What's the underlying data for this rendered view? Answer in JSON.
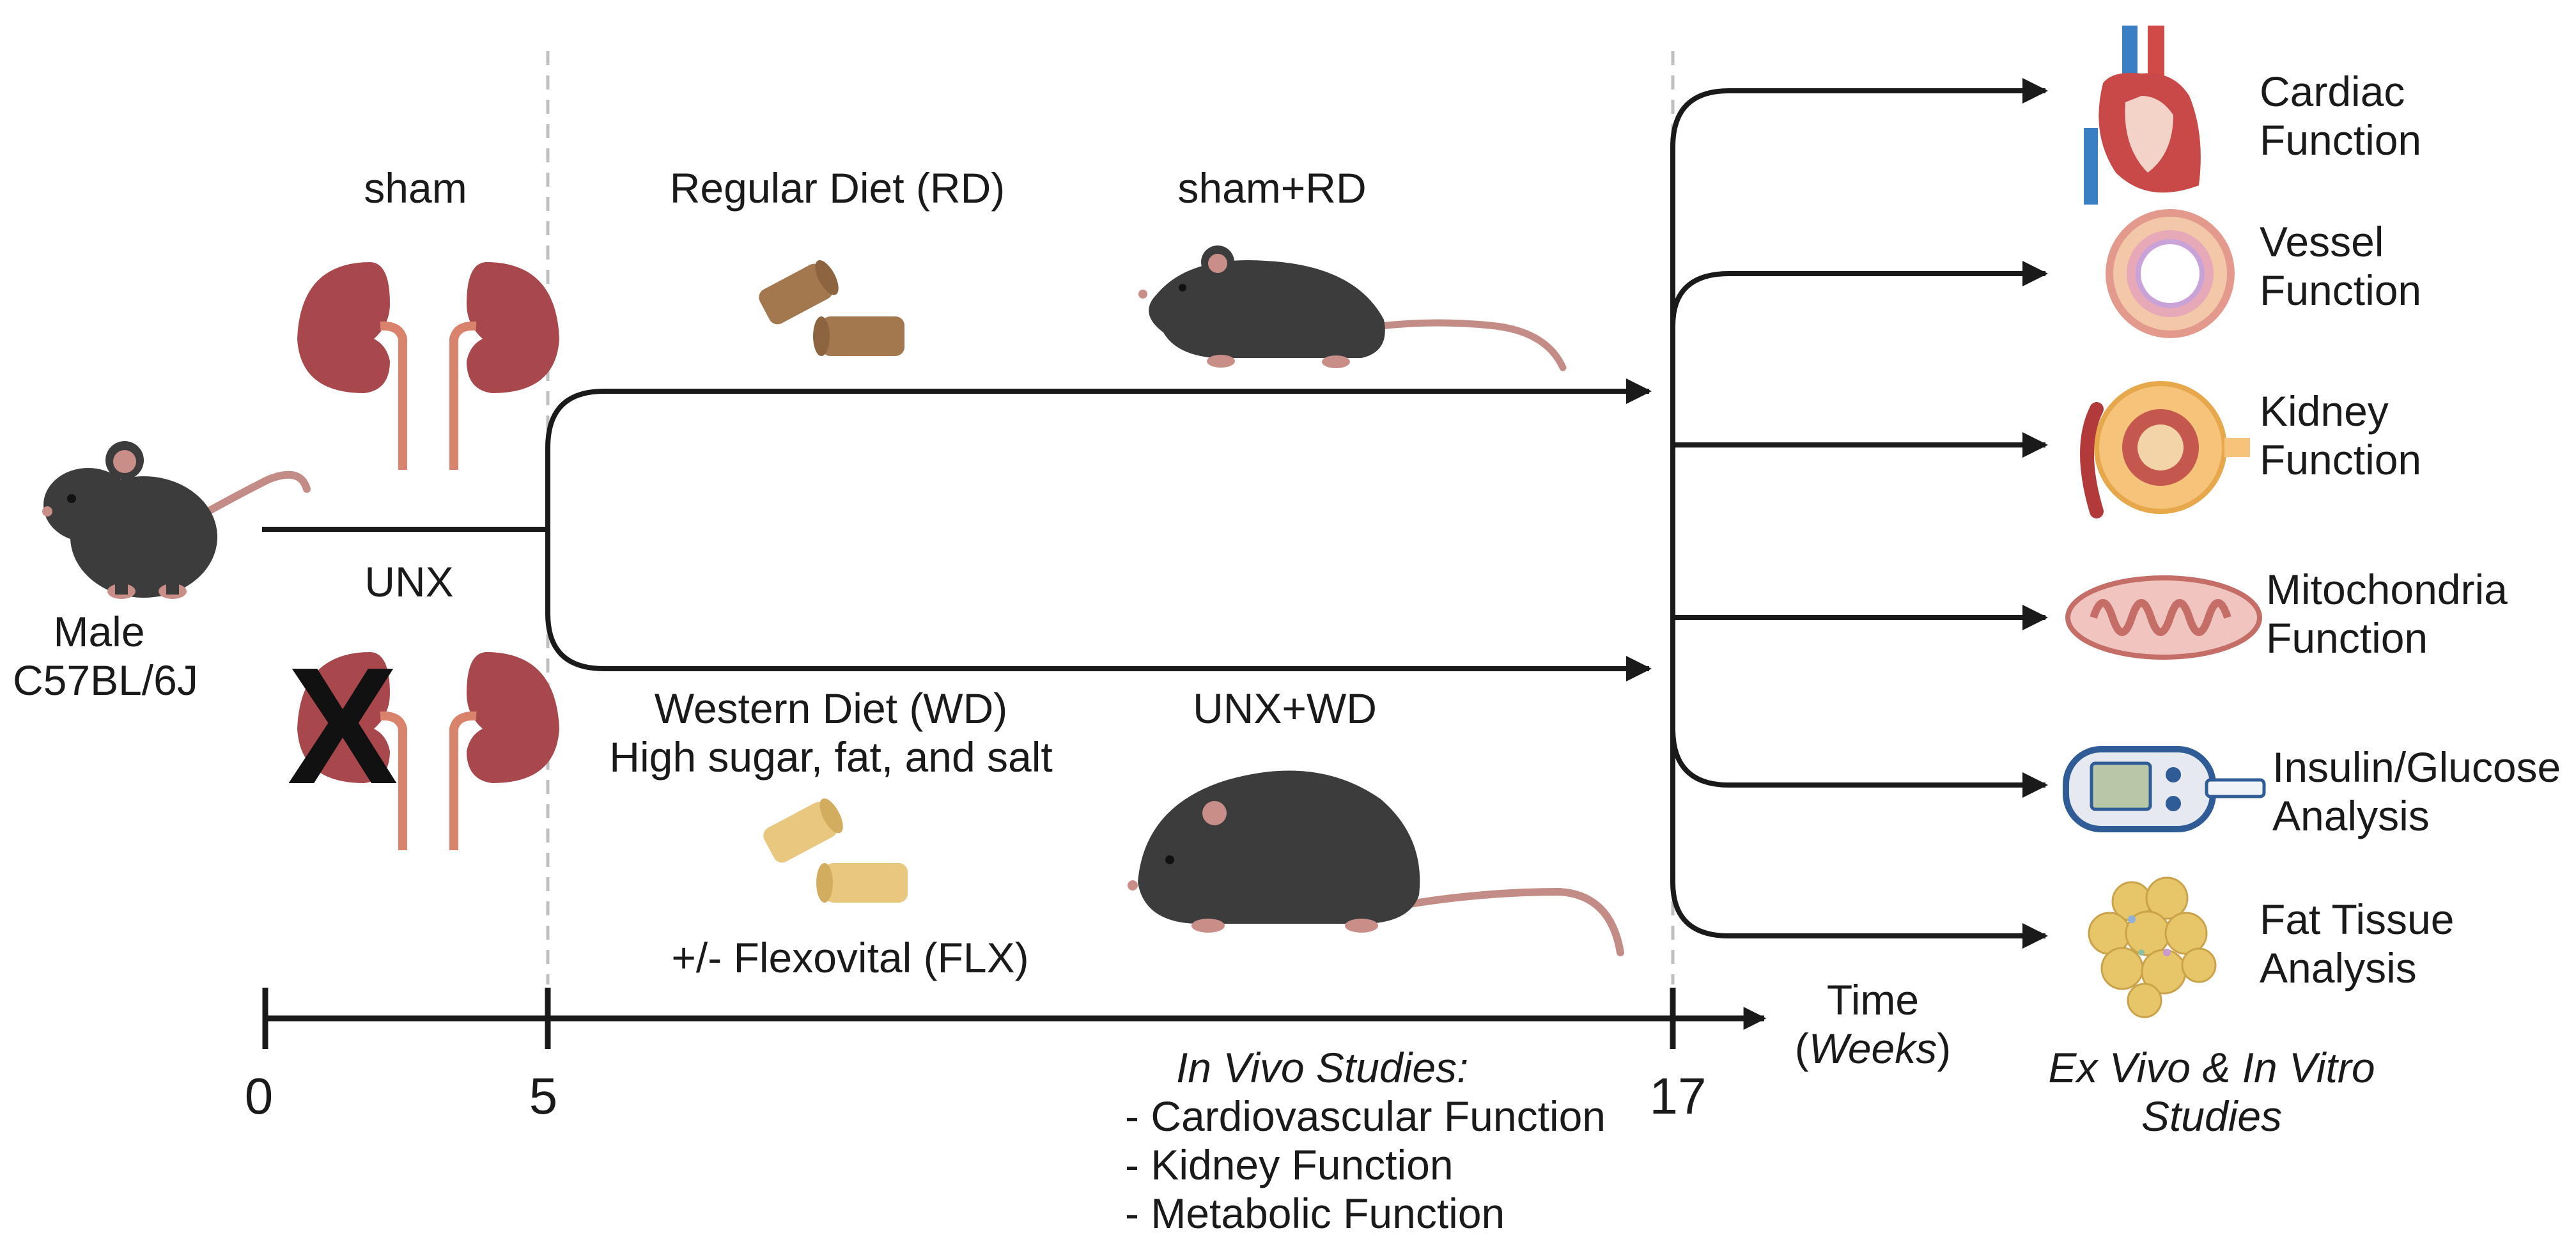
{
  "start": {
    "line1": "Male",
    "line2": "C57BL/6J"
  },
  "surgery": {
    "sham_label": "sham",
    "unx_label": "UNX",
    "removed_mark": "X"
  },
  "diets": {
    "regular": "Regular Diet (RD)",
    "western_line1": "Western Diet (WD)",
    "western_line2": "High sugar, fat, and salt",
    "supplement": "+/- Flexovital (FLX)"
  },
  "groups": {
    "top": "sham+RD",
    "bottom": "UNX+WD"
  },
  "timeline": {
    "ticks": [
      "0",
      "5",
      "17"
    ],
    "axis_label_line1": "Time",
    "axis_label_open": "(",
    "axis_label_unit": "Weeks",
    "axis_label_close": ")"
  },
  "in_vivo": {
    "title": "In Vivo Studies:",
    "items": [
      "- Cardiovascular Function",
      "- Kidney Function",
      "- Metabolic Function"
    ]
  },
  "ex_vivo": {
    "title_line1": "Ex Vivo & In Vitro",
    "title_line2": "Studies",
    "items": [
      {
        "icon": "heart-icon",
        "line1": "Cardiac",
        "line2": "Function"
      },
      {
        "icon": "vessel-icon",
        "line1": "Vessel",
        "line2": "Function"
      },
      {
        "icon": "kidney-section-icon",
        "line1": "Kidney",
        "line2": "Function"
      },
      {
        "icon": "mitochondria-icon",
        "line1": "Mitochondria",
        "line2": "Function"
      },
      {
        "icon": "glucometer-icon",
        "line1": "Insulin/Glucose",
        "line2": "Analysis"
      },
      {
        "icon": "adipose-tissue-icon",
        "line1": "Fat Tissue",
        "line2": "Analysis"
      }
    ]
  },
  "colors": {
    "line": "#1a1a1a",
    "kidney": "#a8474c",
    "ureter": "#d9826c",
    "mouse": "#3c3c3c",
    "mouse_ear": "#c98e88",
    "tail": "#c48c86",
    "chow_regular": "#a3784f",
    "chow_western": "#e8c77f",
    "divider": "#bfbfbf"
  }
}
